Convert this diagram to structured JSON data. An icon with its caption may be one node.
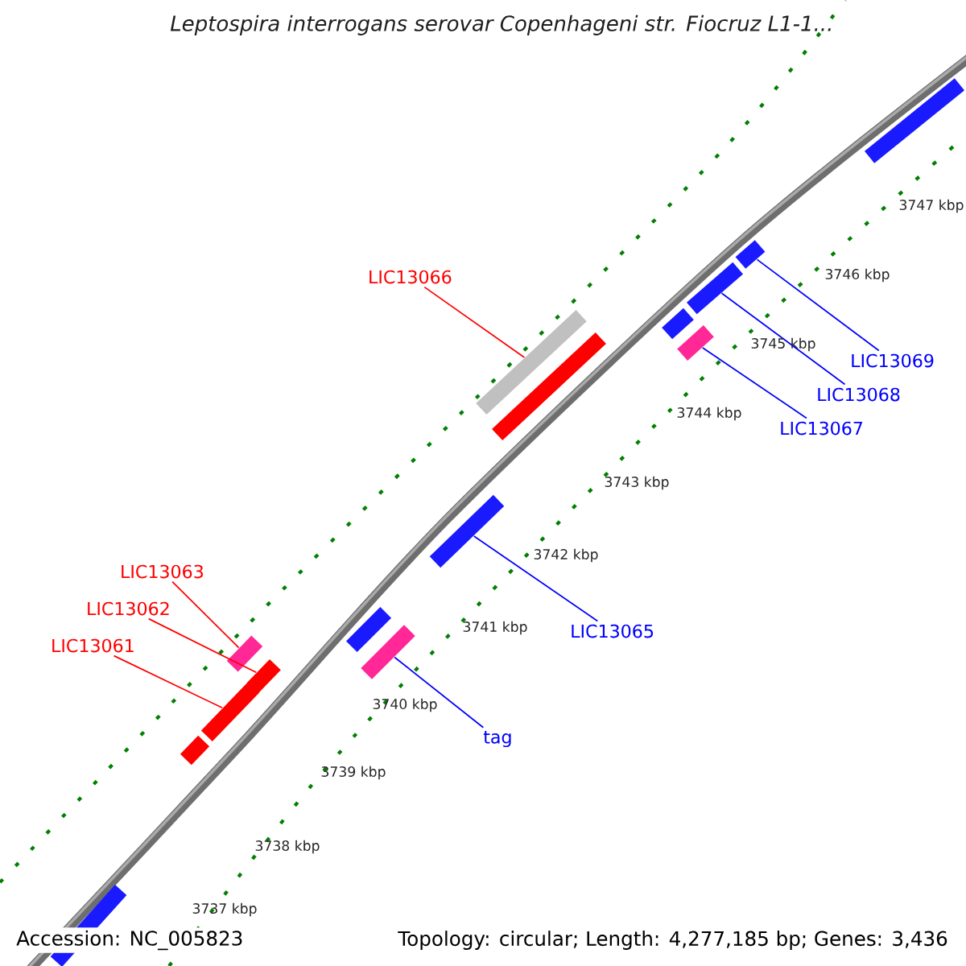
{
  "diagram": {
    "title": "Leptospira interrogans serovar Copenhageni str. Fiocruz L1-1...",
    "nodes": [
      {
        "text": [],
        "shape": "bar"
      },
      {
        "text": [
          "LIC13066"
        ]
      },
      {
        "text": [],
        "shape": "bar"
      },
      {
        "text": [],
        "shape": "bar"
      },
      {
        "text": [],
        "shape": "bar"
      },
      {
        "text": [],
        "shape": "bar"
      },
      {
        "text": [],
        "shape": "bar"
      },
      {
        "text": [],
        "shape": "bar"
      },
      {
        "text": [
          "LIC13069"
        ]
      },
      {
        "text": [
          "LIC13068"
        ]
      },
      {
        "text": [
          "LIC13067"
        ]
      },
      {
        "text": [],
        "shape": "bar"
      },
      {
        "text": [
          "LIC13063"
        ]
      },
      {
        "text": [
          "LIC13062"
        ]
      },
      {
        "text": [
          "LIC13061"
        ]
      },
      {
        "text": [],
        "shape": "bar"
      },
      {
        "text": [],
        "shape": "bar"
      },
      {
        "text": [],
        "shape": "bar"
      },
      {
        "text": [],
        "shape": "bar"
      },
      {
        "text": [],
        "shape": "bar"
      },
      {
        "text": [],
        "shape": "bar"
      },
      {
        "text": [
          "LIC13065"
        ]
      },
      {
        "text": [
          "tag"
        ]
      },
      {
        "text": [],
        "shape": "bar"
      }
    ],
    "edges": [
      {
        "from": 1,
        "to": 2,
        "arrow": "none",
        "color": "#ff0000"
      },
      {
        "from": 8,
        "to": 4,
        "arrow": "none",
        "color": "#0000ff"
      },
      {
        "from": 9,
        "to": 5,
        "arrow": "none",
        "color": "#0000ff"
      },
      {
        "from": 10,
        "to": 7,
        "arrow": "none",
        "color": "#0000ff"
      },
      {
        "from": 21,
        "to": 11,
        "arrow": "none",
        "color": "#0000ff"
      },
      {
        "from": 22,
        "to": 16,
        "arrow": "none",
        "color": "#0000ff"
      },
      {
        "from": 12,
        "to": 17,
        "arrow": "none",
        "color": "#ff0000"
      },
      {
        "from": 13,
        "to": 18,
        "arrow": "none",
        "color": "#ff0000"
      },
      {
        "from": 14,
        "to": 19,
        "arrow": "none",
        "color": "#ff0000"
      }
    ],
    "labels": [
      "3747 kbp",
      "3746 kbp",
      "3745 kbp",
      "3744 kbp",
      "3743 kbp",
      "3742 kbp",
      "3741 kbp",
      "3740 kbp",
      "3739 kbp",
      "3738 kbp",
      "3737 kbp",
      "Accession: NC_005823",
      "Topology: circular; Length: 4,277,185 bp; Genes: 3,436"
    ]
  }
}
